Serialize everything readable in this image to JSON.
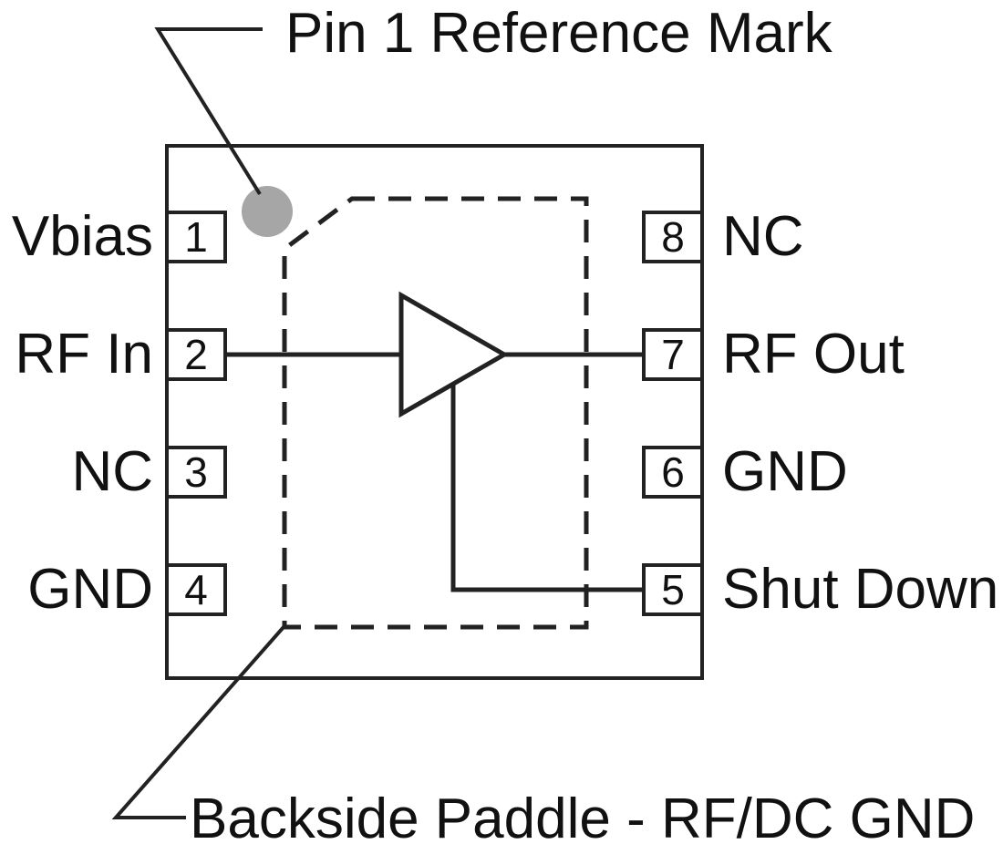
{
  "annotations": {
    "pin1_mark": "Pin 1 Reference Mark",
    "backside_paddle": "Backside Paddle - RF/DC GND"
  },
  "pins": {
    "left": [
      {
        "number": "1",
        "label": "Vbias"
      },
      {
        "number": "2",
        "label": "RF In"
      },
      {
        "number": "3",
        "label": "NC"
      },
      {
        "number": "4",
        "label": "GND"
      }
    ],
    "right": [
      {
        "number": "8",
        "label": "NC"
      },
      {
        "number": "7",
        "label": "RF Out"
      },
      {
        "number": "6",
        "label": "GND"
      },
      {
        "number": "5",
        "label": "Shut Down"
      }
    ]
  },
  "icons": {
    "pin1_mark_dot": "filled-circle",
    "amplifier": "amplifier-triangle"
  },
  "colors": {
    "line": "#222222",
    "text": "#111111",
    "pin1_mark": "#a6a6a6",
    "background": "#ffffff"
  }
}
